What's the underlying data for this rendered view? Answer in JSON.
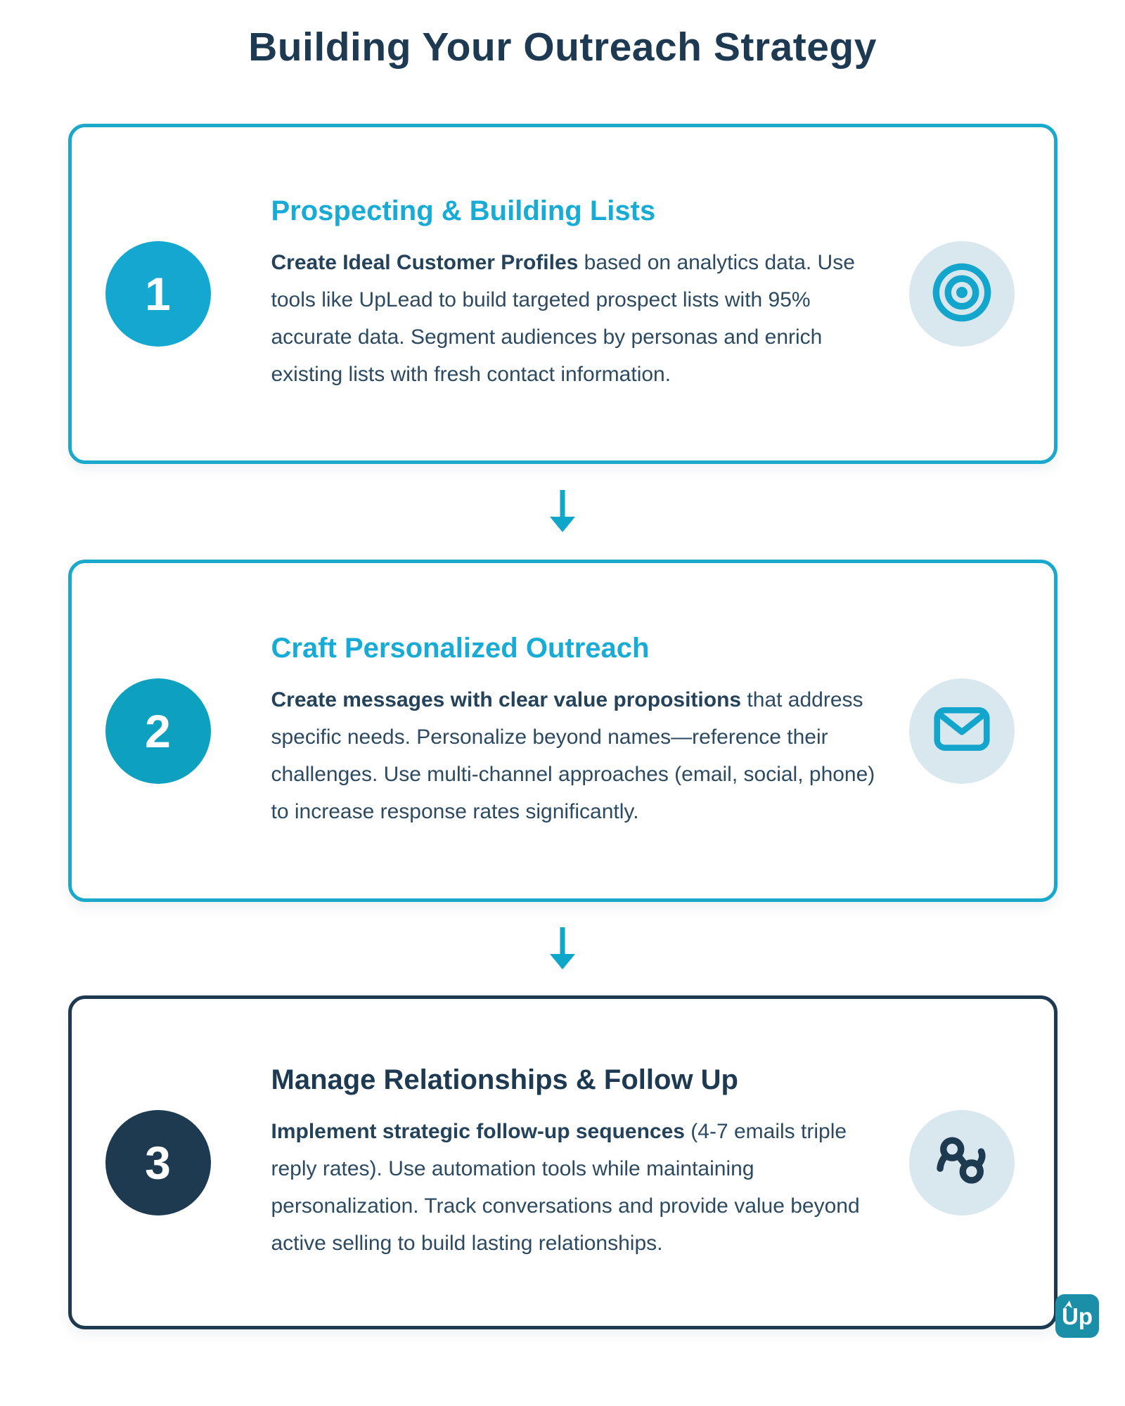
{
  "page": {
    "title": "Building Your Outreach Strategy"
  },
  "steps": [
    {
      "number": "1",
      "heading": "Prospecting & Building Lists",
      "body_lead": "Create Ideal Customer Profiles",
      "body_rest": " based on analytics data. Use tools like UpLead to build targeted prospect lists with 95% accurate data. Segment audiences by personas and enrich existing lists with fresh contact information.",
      "icon": "target-icon"
    },
    {
      "number": "2",
      "heading": "Craft Personalized Outreach",
      "body_lead": "Create messages with clear value propositions",
      "body_rest": " that address specific needs. Personalize beyond names—reference their challenges. Use multi-channel approaches (email, social, phone) to increase response rates significantly.",
      "icon": "envelope-icon"
    },
    {
      "number": "3",
      "heading": "Manage Relationships & Follow Up",
      "body_lead": "Implement strategic follow-up sequences",
      "body_rest": " (4-7 emails triple reply rates). Use automation tools while maintaining personalization. Track conversations and provide value beyond active selling to build lasting relationships.",
      "icon": "connection-icon"
    }
  ],
  "logo": {
    "text": "Up"
  },
  "colors": {
    "title_navy": "#1e3a52",
    "body_text": "#2c4a61",
    "heading_cyan": "#17abd5",
    "badge_1": "#14a7d0",
    "badge_2": "#0da1bf",
    "badge_3": "#1d3a50",
    "card_border_cyan": "#1ba9cb",
    "card_border_dark": "#1d3a50",
    "icon_background": "#d9e8ef",
    "icon_stroke_cyan": "#14a5cc",
    "arrow_cyan": "#0fa7c9",
    "logo_background": "#1b8fa8"
  }
}
